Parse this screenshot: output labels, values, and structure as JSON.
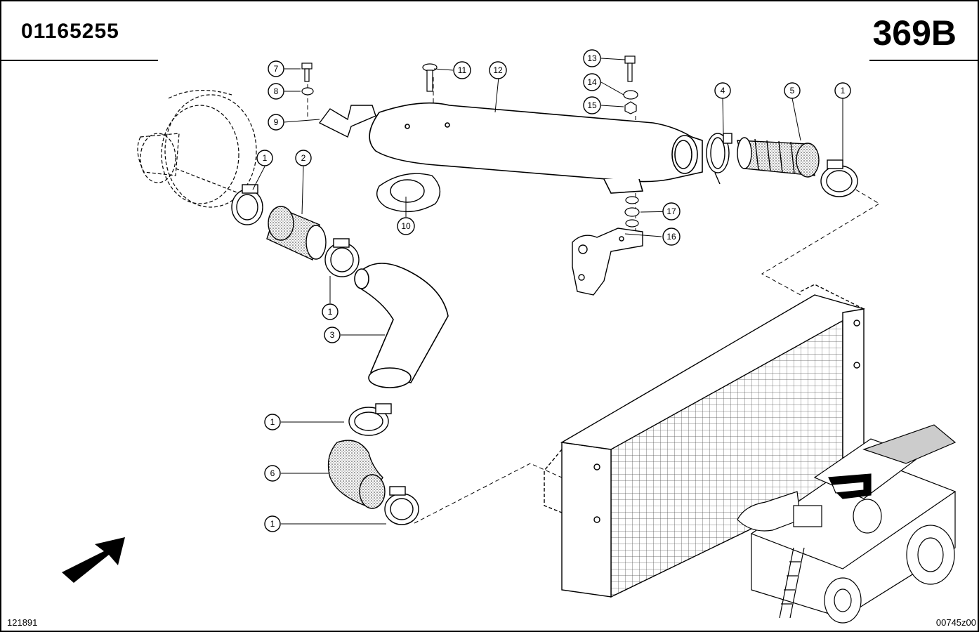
{
  "header": {
    "doc_number": "01165255",
    "page_code": "369B"
  },
  "footer": {
    "left_code": "121891",
    "right_code": "00745z00"
  },
  "callouts": [
    {
      "id": "c7",
      "label": "7"
    },
    {
      "id": "c8",
      "label": "8"
    },
    {
      "id": "c9",
      "label": "9"
    },
    {
      "id": "c11",
      "label": "11"
    },
    {
      "id": "c12",
      "label": "12"
    },
    {
      "id": "c13",
      "label": "13"
    },
    {
      "id": "c14",
      "label": "14"
    },
    {
      "id": "c15",
      "label": "15"
    },
    {
      "id": "c4",
      "label": "4"
    },
    {
      "id": "c5",
      "label": "5"
    },
    {
      "id": "c1a",
      "label": "1"
    },
    {
      "id": "c1b",
      "label": "1"
    },
    {
      "id": "c2",
      "label": "2"
    },
    {
      "id": "c10",
      "label": "10"
    },
    {
      "id": "c17",
      "label": "17"
    },
    {
      "id": "c16",
      "label": "16"
    },
    {
      "id": "c1c",
      "label": "1"
    },
    {
      "id": "c3",
      "label": "3"
    },
    {
      "id": "c1d",
      "label": "1"
    },
    {
      "id": "c6",
      "label": "6"
    },
    {
      "id": "c1e",
      "label": "1"
    }
  ]
}
